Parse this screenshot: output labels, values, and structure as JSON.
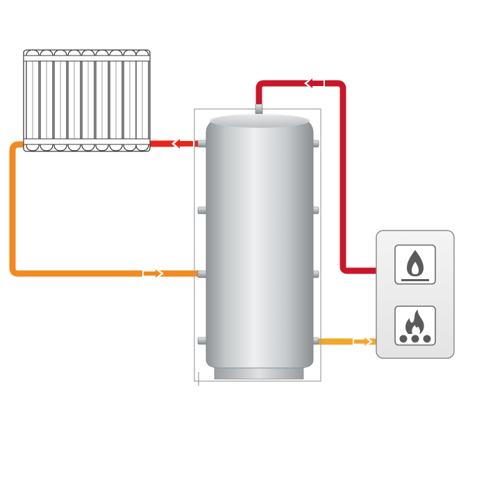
{
  "diagram": {
    "components": {
      "radiator": {
        "icon": "radiator-icon",
        "section_count": 9
      },
      "buffer_tank": {
        "icon": "tank-icon",
        "port_count_per_side": 4
      },
      "boiler": {
        "icons": [
          "gas-flame-icon",
          "solid-fuel-fire-icon"
        ]
      }
    },
    "pipes": {
      "supply_to_radiator": {
        "color": "#e8261c",
        "direction": "tank-to-radiator"
      },
      "return_from_radiator": {
        "color": "#f28a22",
        "direction": "radiator-to-tank"
      },
      "supply_from_boiler": {
        "color": "#c8172a",
        "direction": "boiler-to-tank-top"
      },
      "return_to_boiler": {
        "color": "#f4a62a",
        "direction": "tank-to-boiler"
      }
    },
    "colors": {
      "tank": "#c9ccce",
      "frame": "#9a9a9a",
      "boiler_box": "#eeeeee",
      "icon": "#555555"
    }
  }
}
